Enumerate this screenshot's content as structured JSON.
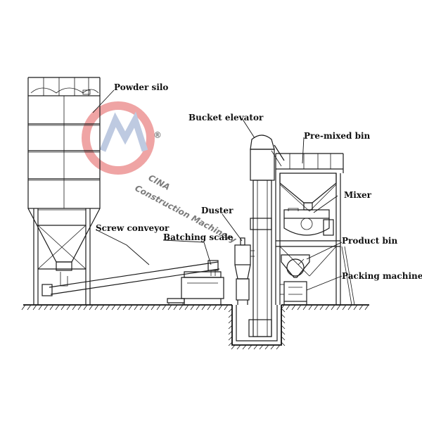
{
  "labels": {
    "powder_silo": "Powder silo",
    "screw_conveyor": "Screw conveyor",
    "batching_scale": "Batching scale",
    "duster": "Duster",
    "bucket_elevator": "Bucket elevator",
    "premixed_bin": "Pre-mixed bin",
    "mixer": "Mixer",
    "product_bin_main": "Product",
    "product_bin_suffix": "bin",
    "packing_machine": "Packing machine"
  },
  "watermark": {
    "brand": "CINA",
    "tagline": "Construction Machinery",
    "registered": "®",
    "colors": {
      "red": "#e25b5b",
      "blue": "#8a9fc9"
    }
  },
  "colors": {
    "line": "#1a1a1a",
    "background": "#ffffff"
  }
}
